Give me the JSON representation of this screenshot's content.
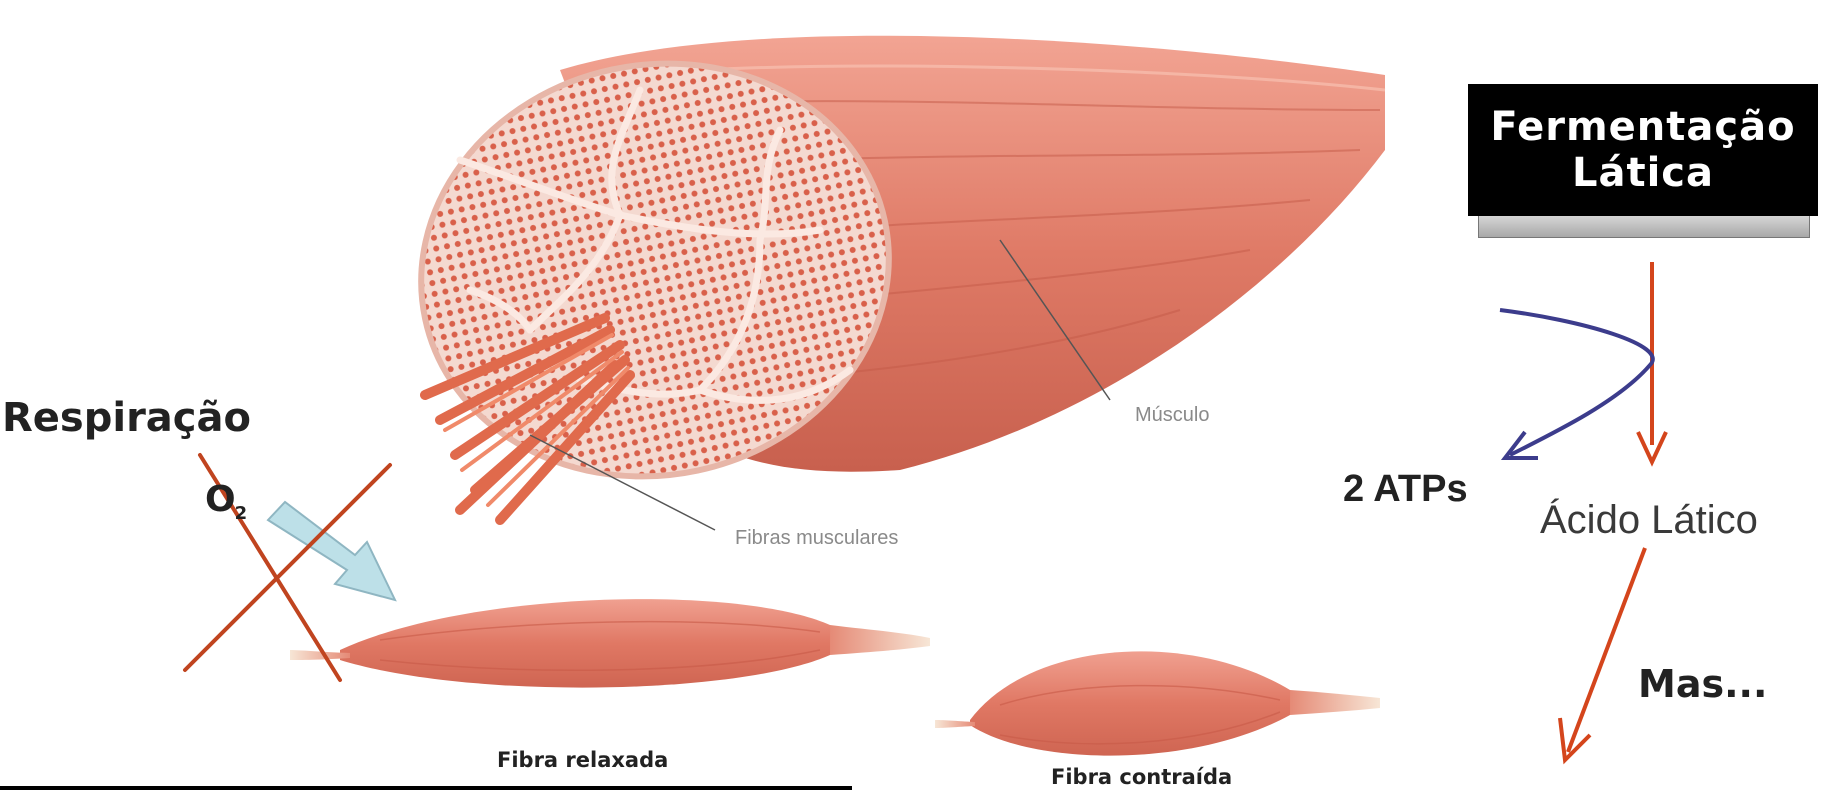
{
  "title": {
    "line1": "Fermentação",
    "line2": "Lática"
  },
  "labels": {
    "respiracao": "Respiração",
    "o2": "O",
    "o2_sub": "2",
    "musculo": "Músculo",
    "fibras": "Fibras musculares",
    "relaxada": "Fibra relaxada",
    "contraida": "Fibra contraída",
    "atps": "2 ATPs",
    "acido": "Ácido Lático",
    "mas": "Mas..."
  },
  "colors": {
    "arrow_red": "#d4451c",
    "arrow_blue": "#3c3c8c",
    "muscle": "#e07a66",
    "cross": "#c0441f",
    "o2_arrow": "#bde0e8"
  }
}
